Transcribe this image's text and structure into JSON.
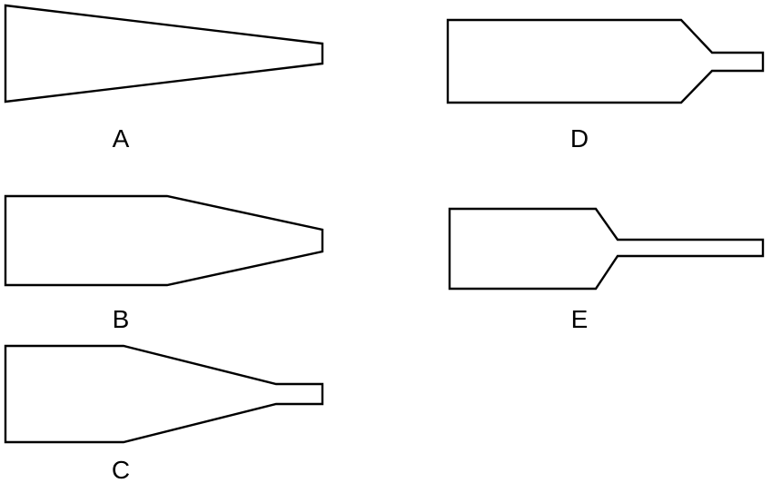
{
  "figures": [
    {
      "id": "A",
      "label": "A"
    },
    {
      "id": "B",
      "label": "B"
    },
    {
      "id": "C",
      "label": "C"
    },
    {
      "id": "D",
      "label": "D"
    },
    {
      "id": "E",
      "label": "E"
    }
  ],
  "colors": {
    "stroke": "#000000",
    "fill": "#ffffff",
    "background": "#ffffff"
  }
}
